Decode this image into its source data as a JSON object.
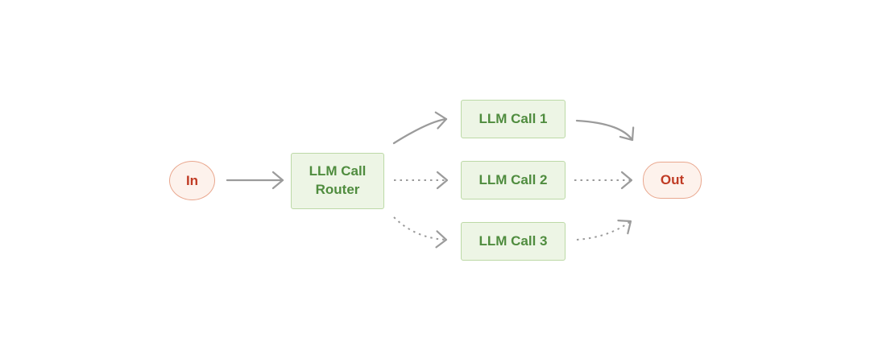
{
  "diagram": {
    "nodes": {
      "input": {
        "label": "In",
        "shape": "ellipse",
        "role": "terminal"
      },
      "router": {
        "label": "LLM Call Router",
        "shape": "rect",
        "role": "process"
      },
      "call1": {
        "label": "LLM Call 1",
        "shape": "rect",
        "role": "process"
      },
      "call2": {
        "label": "LLM Call 2",
        "shape": "rect",
        "role": "process"
      },
      "call3": {
        "label": "LLM Call 3",
        "shape": "rect",
        "role": "process"
      },
      "output": {
        "label": "Out",
        "shape": "pill",
        "role": "terminal"
      }
    },
    "edges": [
      {
        "from": "input",
        "to": "router",
        "style": "solid"
      },
      {
        "from": "router",
        "to": "call1",
        "style": "solid"
      },
      {
        "from": "router",
        "to": "call2",
        "style": "dashed"
      },
      {
        "from": "router",
        "to": "call3",
        "style": "dashed"
      },
      {
        "from": "call1",
        "to": "output",
        "style": "solid"
      },
      {
        "from": "call2",
        "to": "output",
        "style": "dashed"
      },
      {
        "from": "call3",
        "to": "output",
        "style": "dashed"
      }
    ],
    "colors": {
      "background": "#ffffff",
      "box_fill": "#edf5e5",
      "box_border": "#bcd9a6",
      "box_text": "#4f8c3e",
      "terminal_fill": "#fdf2ec",
      "terminal_border": "#e9a78e",
      "terminal_text": "#c03b24",
      "arrow": "#9b9b9b"
    }
  }
}
